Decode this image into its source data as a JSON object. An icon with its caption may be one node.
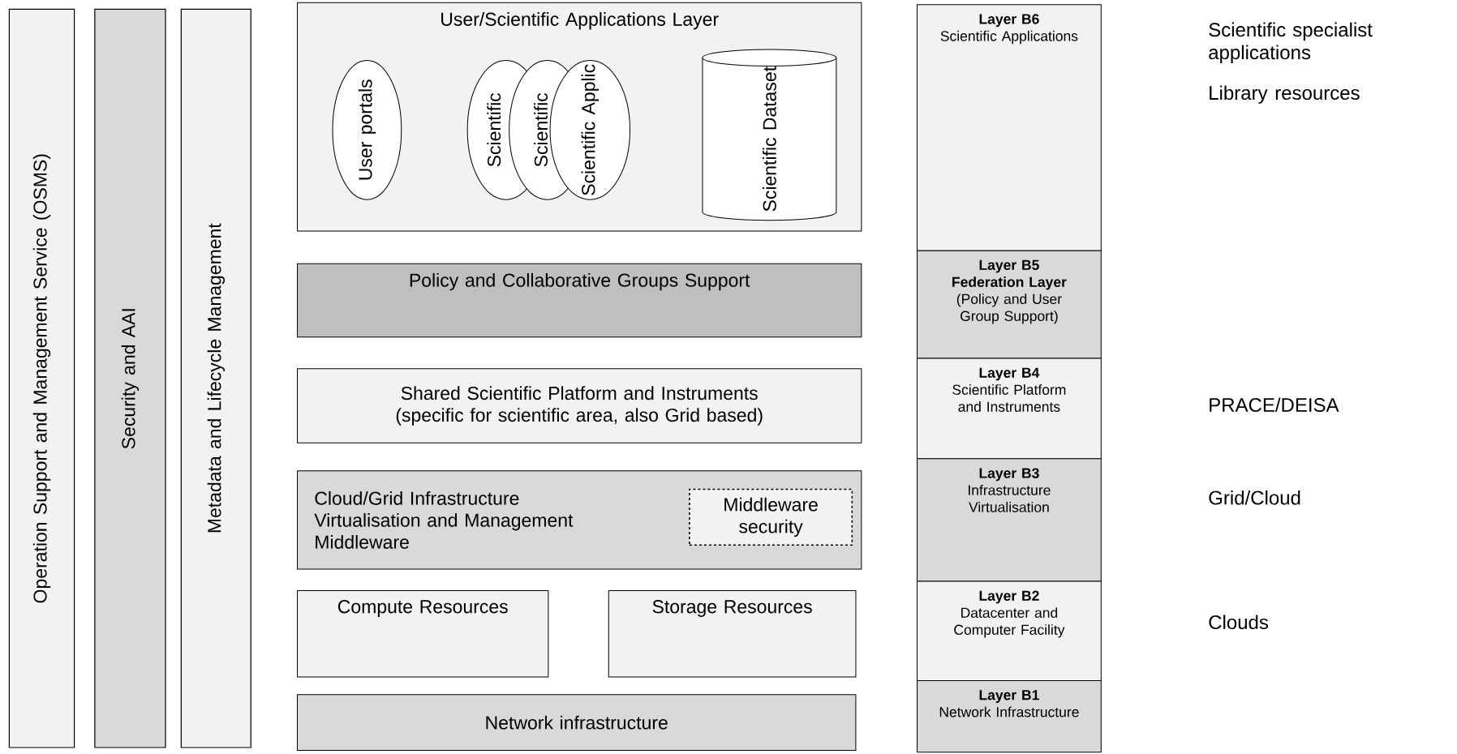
{
  "diagram": {
    "nodes": [
      {
        "text": [
          "Operation Support and Management Service (OSMS)"
        ]
      },
      {
        "text": [
          "Security and AAI"
        ]
      },
      {
        "text": [
          "Metadata and Lifecycle Management"
        ]
      },
      {
        "text": [
          "User/Scientific Applications Layer"
        ]
      },
      {
        "text": [
          "User portals"
        ],
        "in": 3
      },
      {
        "text": [
          "Scientific"
        ],
        "in": 3
      },
      {
        "text": [
          "Scientific"
        ],
        "in": 3
      },
      {
        "text": [
          "Scientific Applic"
        ],
        "in": 3
      },
      {
        "text": [
          "Scientific Dataset"
        ],
        "in": 3
      },
      {
        "text": [
          "Policy and Collaborative Groups Support"
        ]
      },
      {
        "text": [
          "Shared Scientific Platform and Instruments",
          "(specific for scientific area, also Grid based)"
        ]
      },
      {
        "text": [
          "Cloud/Grid Infrastructure Virtualisation and Management Middleware"
        ]
      },
      {
        "text": [
          "Middleware security"
        ],
        "in": 11
      },
      {
        "text": [
          "Compute Resources"
        ]
      },
      {
        "text": [
          "Storage Resources"
        ]
      },
      {
        "text": [
          "Network infrastructure"
        ]
      },
      {
        "text": [
          "Layer B6",
          "Scientific Applications"
        ]
      },
      {
        "text": [
          "Layer B5",
          "Federation Layer",
          "(Policy and User Group Support)"
        ]
      },
      {
        "text": [
          "Layer B4",
          "Scientific Platform and Instruments"
        ]
      },
      {
        "text": [
          "Layer B3",
          "Infrastructure Virtualisation"
        ]
      },
      {
        "text": [
          "Layer B2",
          "Datacenter and Computer Facility"
        ]
      },
      {
        "text": [
          "Layer B1",
          "Network Infrastructure"
        ]
      }
    ],
    "labels": [
      "Scientific specialist applications",
      "Library resources",
      "PRACE/DEISA",
      "Grid/Cloud",
      "Clouds"
    ]
  }
}
